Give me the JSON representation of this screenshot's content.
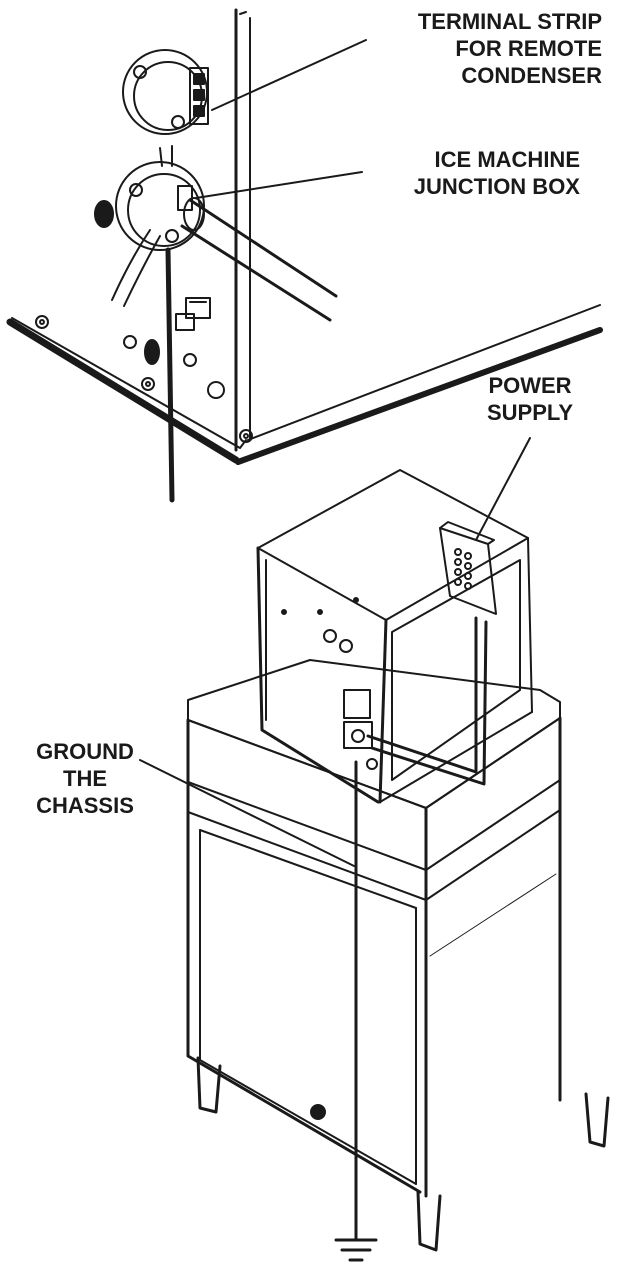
{
  "labels": {
    "terminal_strip": [
      "TERMINAL STRIP",
      "FOR REMOTE",
      "CONDENSER"
    ],
    "junction_box": [
      "ICE MACHINE",
      "JUNCTION BOX"
    ],
    "power_supply": [
      "POWER",
      "SUPPLY"
    ],
    "ground": [
      "GROUND",
      "THE",
      "CHASSIS"
    ]
  }
}
